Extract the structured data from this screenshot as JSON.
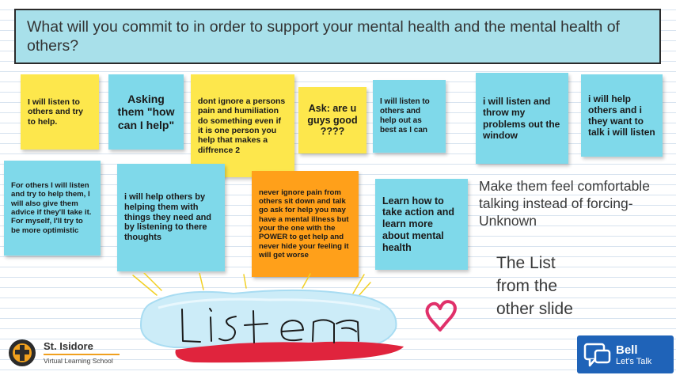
{
  "title": "What will you commit to in order to support your mental health and the mental health of others?",
  "notes": {
    "n1": "I will listen to others and try to help.",
    "n2": "Asking them \"how can I help\"",
    "n3": "dont ignore a persons pain and humiliation do something even if it is one person you help that makes a diffrence 2",
    "n4": "Ask: are u guys good ????",
    "n5": "I will listen to others and help out as best as I can",
    "n6": "i will listen and throw my problems out the window",
    "n7": "i will help others and i they want to talk i will listen",
    "n8": "For others I will listen and try to help them, I will also give them advice if they'll take it. For myself, I'll try to be more optimistic",
    "n9": "i will help others by helping them with things they need and by listening to there thoughts",
    "n10": "never ignore pain from others sit down and talk go ask for help you may have a mental illness but your the one with the POWER to get help and never hide your feeling it will get worse",
    "n11": "Learn how to take action and learn more about mental health"
  },
  "quote": "Make them feel comfortable talking instead of forcing- Unknown",
  "list_note": "The List from the other slide",
  "drawing_word": "Listen",
  "logos": {
    "school_name": "St. Isidore",
    "school_sub": "Virtual Learning School",
    "bell_name": "Bell",
    "bell_sub": "Let's Talk"
  },
  "colors": {
    "title_bg": "#a8e0ea",
    "yellow_note": "#fde74c",
    "cyan_note": "#7fd9ea",
    "orange_note": "#ffa01a",
    "bell_blue": "#1f63b8",
    "heart": "#e0306a"
  }
}
